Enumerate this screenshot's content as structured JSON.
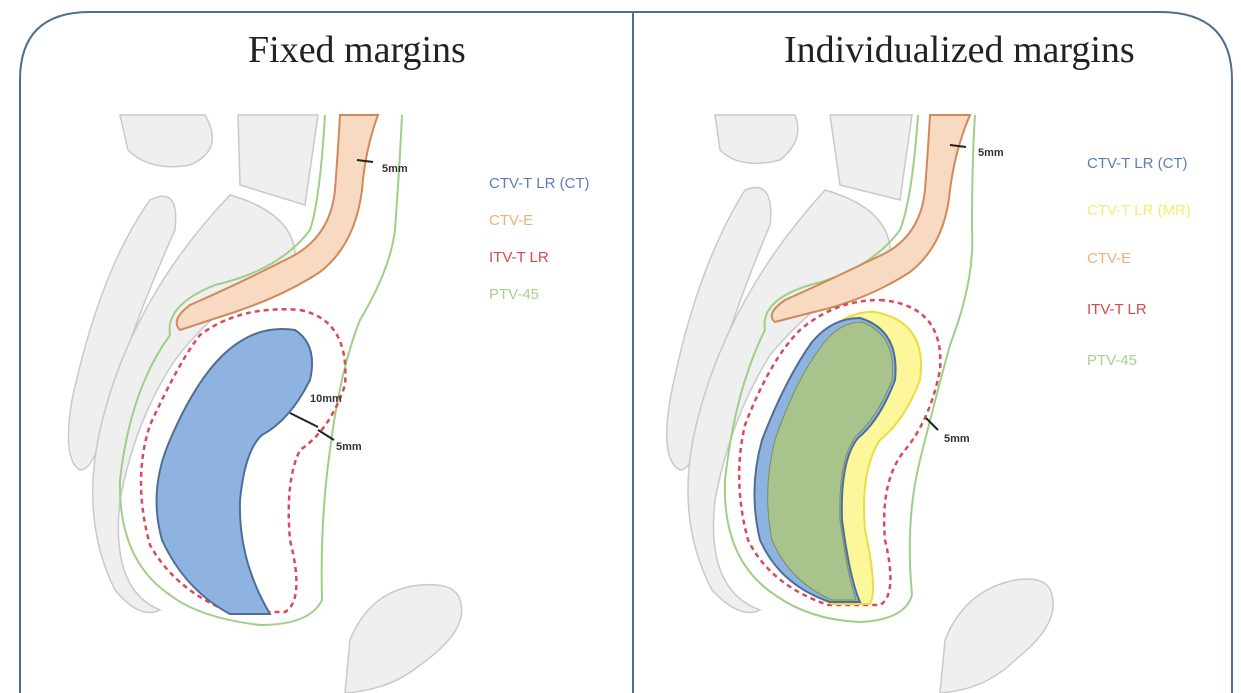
{
  "panels": {
    "left": {
      "title": "Fixed margins",
      "legend": [
        {
          "label": "CTV-T LR (CT)",
          "color": "#5a7fb6"
        },
        {
          "label": "CTV-E",
          "color": "#f0b07a"
        },
        {
          "label": "ITV-T LR",
          "color": "#d64a4a"
        },
        {
          "label": "PTV-45",
          "color": "#a8d08d"
        }
      ],
      "measurements": [
        "5mm",
        "10mm",
        "5mm"
      ]
    },
    "right": {
      "title": "Individualized margins",
      "legend": [
        {
          "label": "CTV-T LR (CT)",
          "color": "#5a7fb6"
        },
        {
          "label": "CTV-T LR (MR)",
          "color": "#f2ee6a"
        },
        {
          "label": "CTV-E",
          "color": "#f0b07a"
        },
        {
          "label": "ITV-T LR",
          "color": "#d64a4a"
        },
        {
          "label": "PTV-45",
          "color": "#a8d08d"
        }
      ],
      "measurements": [
        "5mm",
        "5mm"
      ]
    }
  },
  "colors": {
    "border": "#4f6f8f",
    "bone": "#efefef",
    "bone_outline": "#c9c9c9",
    "ctv_ct": "#8fb3e0",
    "ctv_ct_outline": "#4e6e96",
    "ctv_mr": "#fbf79a",
    "overlap": "#a9c38c",
    "ctv_e_fill": "#f8d9c2",
    "ctv_e_outline": "#d08a5a",
    "itv": "#d94a5a",
    "ptv": "#9fcf86"
  }
}
